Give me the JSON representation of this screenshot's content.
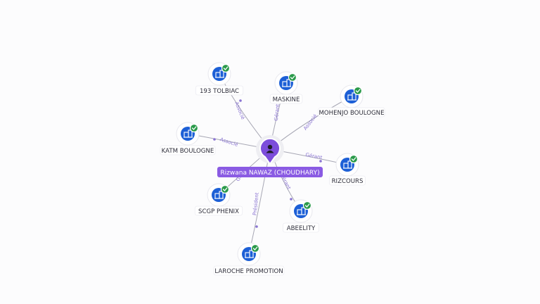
{
  "colors": {
    "center_pin": "#7c4ddb",
    "center_label_bg": "#8a5be3",
    "company_icon": "#1c5fd6",
    "check_badge": "#2a9a4a",
    "edge": "#a7a7b4",
    "edge_label": "#8a74d2",
    "node_label_text": "#2d2d3a"
  },
  "center": {
    "name": "Rizwana NAWAZ (CHOUDHARY)",
    "icon": "person-icon"
  },
  "nodes": [
    {
      "id": "n1",
      "name": "193 TOLBIAC",
      "relation": "Associé",
      "icon": "building-icon",
      "status": "check-icon"
    },
    {
      "id": "n2",
      "name": "MASKINE",
      "relation": "Gérant",
      "icon": "building-icon",
      "status": "check-icon"
    },
    {
      "id": "n3",
      "name": "MOHENJO BOULOGNE",
      "relation": "Associé",
      "icon": "building-icon",
      "status": "check-icon"
    },
    {
      "id": "n4",
      "name": "KATM BOULOGNE",
      "relation": "Associé",
      "icon": "building-icon",
      "status": "check-icon"
    },
    {
      "id": "n5",
      "name": "RIZCOURS",
      "relation": "Gérant",
      "icon": "building-icon",
      "status": "check-icon"
    },
    {
      "id": "n6",
      "name": "SCGP PHENIX",
      "relation": "Gé",
      "icon": "building-icon",
      "status": "check-icon"
    },
    {
      "id": "n7",
      "name": "ABEELITY",
      "relation": "Gérant",
      "icon": "building-icon",
      "status": "check-icon"
    },
    {
      "id": "n8",
      "name": "LAROCHE PROMOTION",
      "relation": "Président",
      "icon": "building-icon",
      "status": "check-icon"
    }
  ]
}
